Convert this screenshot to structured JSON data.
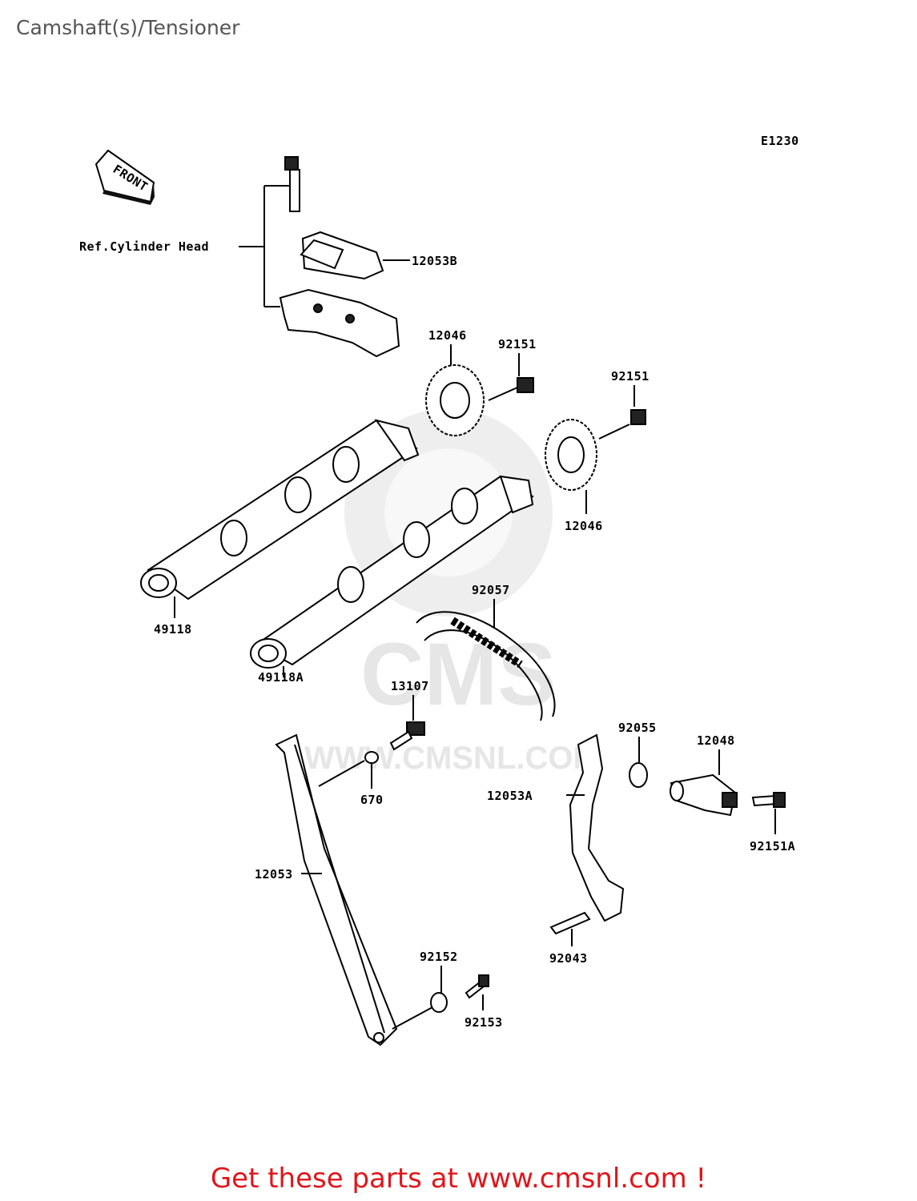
{
  "page_title": "Camshaft(s)/Tensioner",
  "diagram_code": "E1230",
  "front_arrow_text": "FRONT",
  "reference_label": "Ref.Cylinder Head",
  "watermark": {
    "logo_text": "CMS",
    "url_text": "WWW.CMSNL.COM"
  },
  "callouts": {
    "cam_cap": "12053B",
    "sprocket_upper": "12046",
    "bolt_upper": "92151",
    "bolt_right": "92151",
    "sprocket_lower": "12046",
    "camshaft_intake": "49118",
    "camshaft_exhaust": "49118A",
    "chain": "92057",
    "guide_bolt": "13107",
    "oring_small": "670",
    "oring_tensioner": "92055",
    "tensioner": "12048",
    "tensioner_guide": "12053A",
    "tensioner_bolt": "92151A",
    "chain_guide": "12053",
    "pin": "92043",
    "collar": "92152",
    "guide_bottom_bolt": "92153"
  },
  "footer_text": "Get these parts at www.cmsnl.com !",
  "colors": {
    "footer": "#e0161b",
    "title": "#555555",
    "watermark": "#e3e3e3"
  }
}
